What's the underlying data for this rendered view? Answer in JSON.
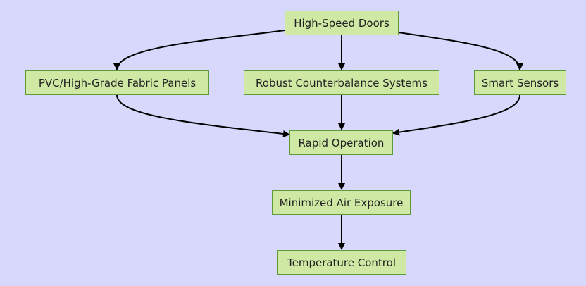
{
  "diagram": {
    "nodes": [
      {
        "id": "high_speed_doors",
        "label": "High-Speed Doors"
      },
      {
        "id": "fabric_panels",
        "label": "PVC/High-Grade Fabric Panels"
      },
      {
        "id": "counterbalance",
        "label": "Robust Counterbalance Systems"
      },
      {
        "id": "smart_sensors",
        "label": "Smart Sensors"
      },
      {
        "id": "rapid_operation",
        "label": "Rapid Operation"
      },
      {
        "id": "min_air_exposure",
        "label": "Minimized Air Exposure"
      },
      {
        "id": "temp_control",
        "label": "Temperature Control"
      }
    ],
    "edges": [
      {
        "from": "high_speed_doors",
        "to": "fabric_panels"
      },
      {
        "from": "high_speed_doors",
        "to": "counterbalance"
      },
      {
        "from": "high_speed_doors",
        "to": "smart_sensors"
      },
      {
        "from": "fabric_panels",
        "to": "rapid_operation"
      },
      {
        "from": "counterbalance",
        "to": "rapid_operation"
      },
      {
        "from": "smart_sensors",
        "to": "rapid_operation"
      },
      {
        "from": "rapid_operation",
        "to": "min_air_exposure"
      },
      {
        "from": "min_air_exposure",
        "to": "temp_control"
      }
    ]
  },
  "colors": {
    "background": "#d8d8fc",
    "node_fill": "#cfe8a4",
    "node_border": "#5c9a3c",
    "edge": "#000000"
  }
}
